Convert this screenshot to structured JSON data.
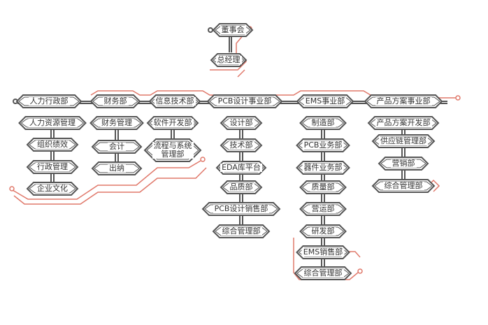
{
  "colors": {
    "line": "#555555",
    "accent": "#e0786a"
  },
  "top": {
    "board": "董事会",
    "gm": "总经理"
  },
  "departments": [
    {
      "name": "人力行政部",
      "subs": [
        "人力资源管理",
        "组织绩效",
        "行政管理",
        "企业文化"
      ]
    },
    {
      "name": "财务部",
      "subs": [
        "财务管理",
        "会计",
        "出纳"
      ]
    },
    {
      "name": "信息技术部",
      "subs": [
        "软件开发部",
        "流程与系统\n管理部"
      ]
    },
    {
      "name": "PCB设计事业部",
      "subs": [
        "设计部",
        "技术部",
        "EDA库平台",
        "品质部",
        "PCB设计销售部",
        "综合管理部"
      ]
    },
    {
      "name": "EMS事业部",
      "subs": [
        "制造部",
        "PCB业务部",
        "器件业务部",
        "质量部",
        "营运部",
        "研发部",
        "EMS销售部",
        "综合管理部"
      ]
    },
    {
      "name": "产品方案事业部",
      "subs": [
        "产品方案开发部",
        "供应链管理部",
        "营销部",
        "综合管理部"
      ]
    }
  ]
}
